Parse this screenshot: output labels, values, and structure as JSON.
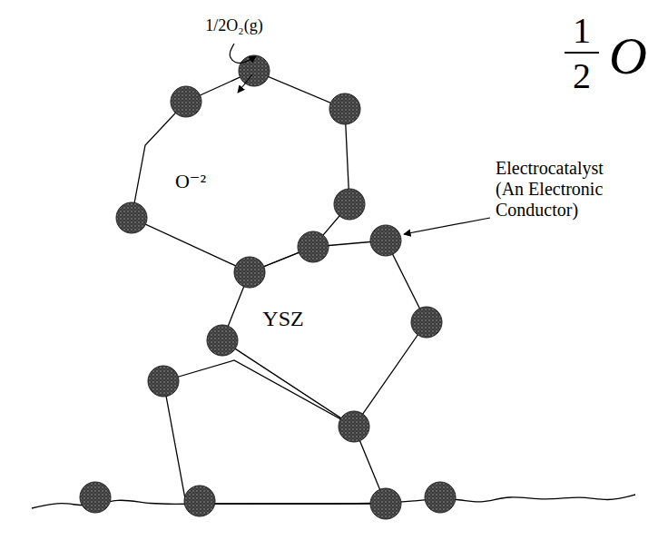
{
  "diagram": {
    "nodes": [
      {
        "text": [
          "O⁻²"
        ]
      },
      {
        "text": [
          "YSZ"
        ]
      }
    ],
    "labels": [
      "1/2O₂(g)",
      "Electrocatalyst (An Electronic Conductor)",
      "1",
      "2",
      "O"
    ]
  }
}
